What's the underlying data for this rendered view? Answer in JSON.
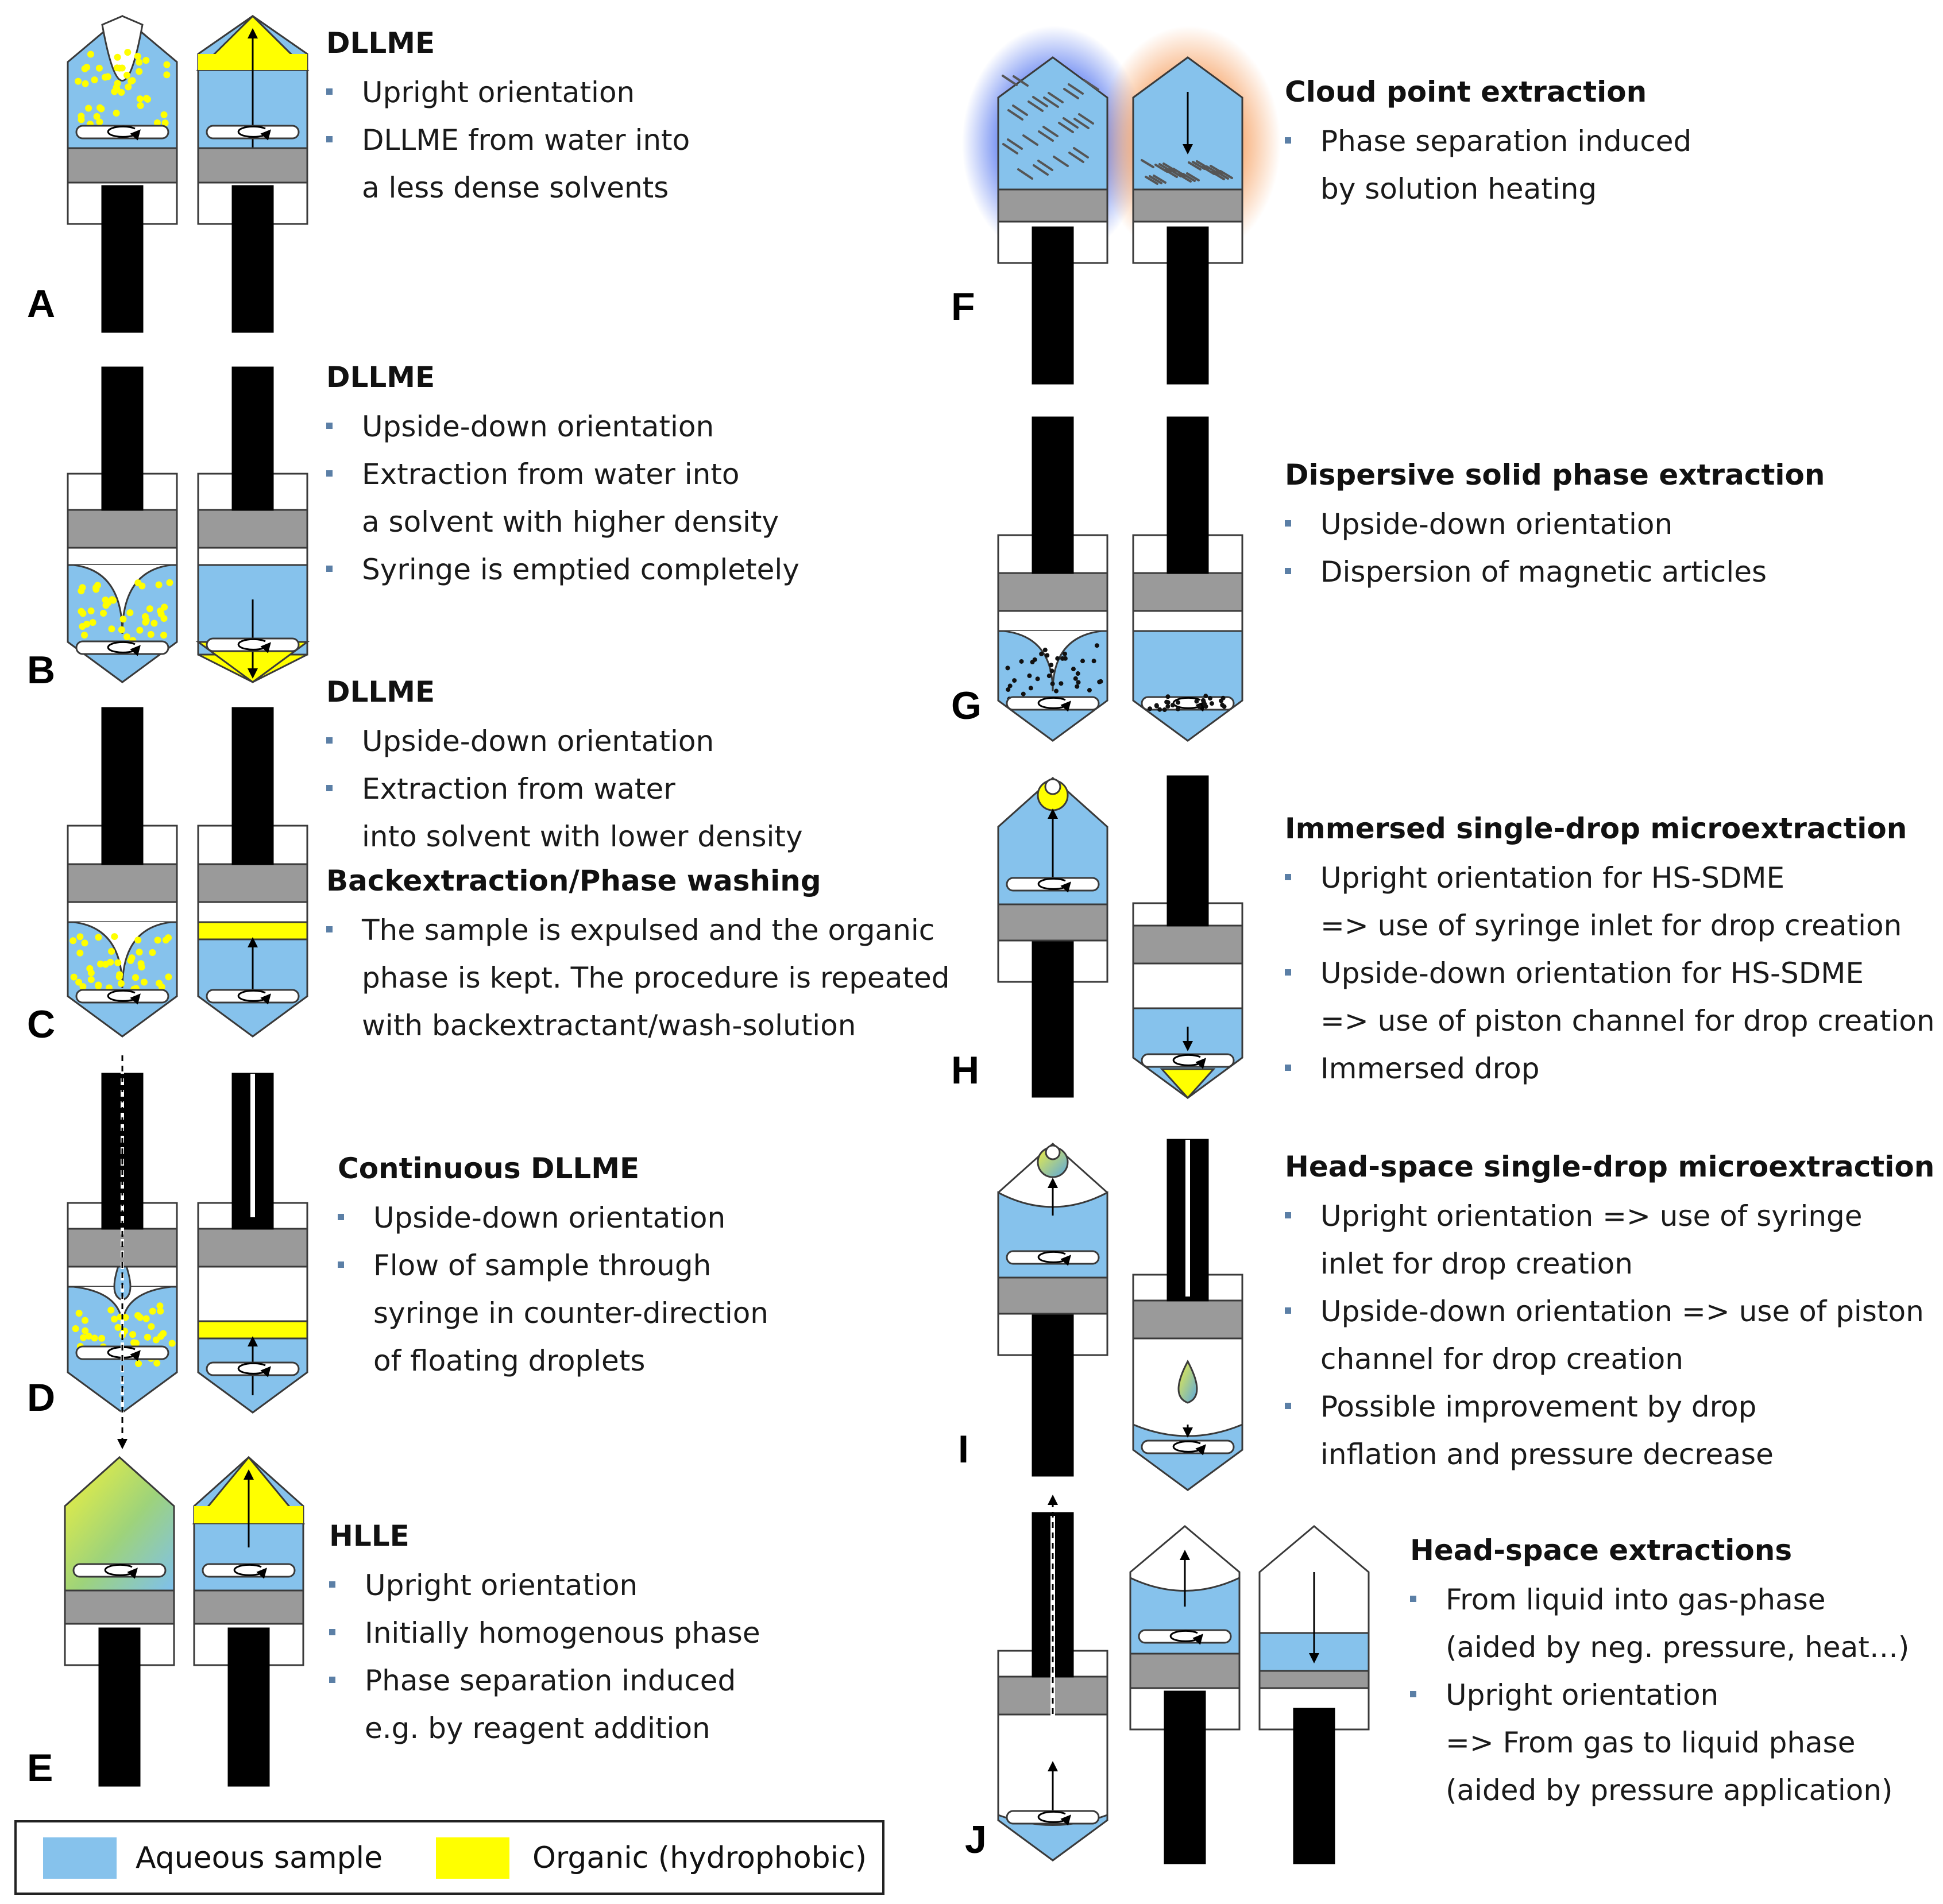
{
  "colors": {
    "aqueous": "#86c2ec",
    "organic": "#ffff00",
    "piston": "#9a9a9a",
    "rod": "#000000",
    "outline": "#3a3a3a"
  },
  "panels": [
    {
      "letter": "A",
      "title": "DLLME",
      "items": [
        "Upright orientation",
        "DLLME from water into\na less dense solvents"
      ]
    },
    {
      "letter": "B",
      "title": "DLLME",
      "items": [
        "Upside-down orientation",
        "Extraction from water into\na solvent with higher density",
        "Syringe is emptied completely"
      ]
    },
    {
      "letter": "C",
      "title": "DLLME",
      "items": [
        "Upside-down orientation",
        "Extraction from water\ninto solvent with lower density"
      ],
      "title2": "Backextraction/Phase washing",
      "items2": [
        "The sample is expulsed and the organic\nphase is kept. The procedure is repeated\nwith backextractant/wash-solution"
      ]
    },
    {
      "letter": "D",
      "title": "Continuous DLLME",
      "items": [
        "Upside-down orientation",
        "Flow of sample through\nsyringe in counter-direction\nof floating droplets"
      ]
    },
    {
      "letter": "E",
      "title": "HLLE",
      "items": [
        "Upright orientation",
        "Initially homogenous phase",
        "Phase separation induced\ne.g. by reagent addition"
      ]
    },
    {
      "letter": "F",
      "title": "Cloud point extraction",
      "items": [
        "Phase separation induced\nby solution heating"
      ]
    },
    {
      "letter": "G",
      "title": "Dispersive solid phase extraction",
      "items": [
        "Upside-down orientation",
        "Dispersion of magnetic articles"
      ]
    },
    {
      "letter": "H",
      "title": "Immersed single-drop microextraction",
      "items": [
        "Upright orientation for HS-SDME\n=> use of syringe inlet for drop creation",
        "Upside-down orientation for HS-SDME\n=> use of piston channel for drop creation",
        "Immersed drop"
      ]
    },
    {
      "letter": "I",
      "title": "Head-space single-drop microextraction",
      "items": [
        "Upright orientation => use of syringe\ninlet for drop creation",
        "Upside-down orientation => use of piston\nchannel for drop creation",
        "Possible improvement by drop\ninflation and pressure decrease"
      ]
    },
    {
      "letter": "J",
      "title": "Head-space extractions",
      "items": [
        "From liquid into gas-phase\n(aided by neg. pressure, heat…)",
        "Upright orientation\n=> From gas to liquid phase\n(aided by pressure application)"
      ]
    }
  ],
  "legend": {
    "aqueous_label": "Aqueous sample",
    "organic_label": "Organic (hydrophobic)"
  }
}
